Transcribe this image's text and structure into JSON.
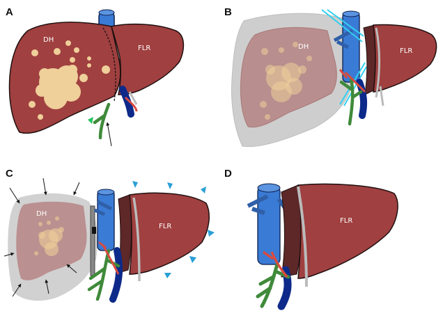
{
  "panels": [
    {
      "letter": "A",
      "labels": [
        "DH",
        "FLR"
      ]
    },
    {
      "letter": "B",
      "labels": [
        "DH",
        "FLR"
      ]
    },
    {
      "letter": "C",
      "labels": [
        "DH",
        "FLR"
      ]
    },
    {
      "letter": "D",
      "labels": [
        "FLR"
      ]
    }
  ],
  "colors": {
    "liver": "#a04040",
    "liver_dark": "#5e2828",
    "tumor": "#efcf9a",
    "vein": "#3a7bd5",
    "vein_dark": "#0d2a8a",
    "bile_duct": "#3f8a3a",
    "artery": "#d94b3f",
    "ablation_zone": "#bdbdbd",
    "energy_beam": "#2fd1f0",
    "marker_green": "#22c55e",
    "marker_blue": "#2a9fd6",
    "arrow": "#111111"
  },
  "icons": {
    "green_marker": "triangle-marker-icon",
    "blue_marker": "triangle-marker-icon",
    "arrow": "arrow-icon"
  }
}
